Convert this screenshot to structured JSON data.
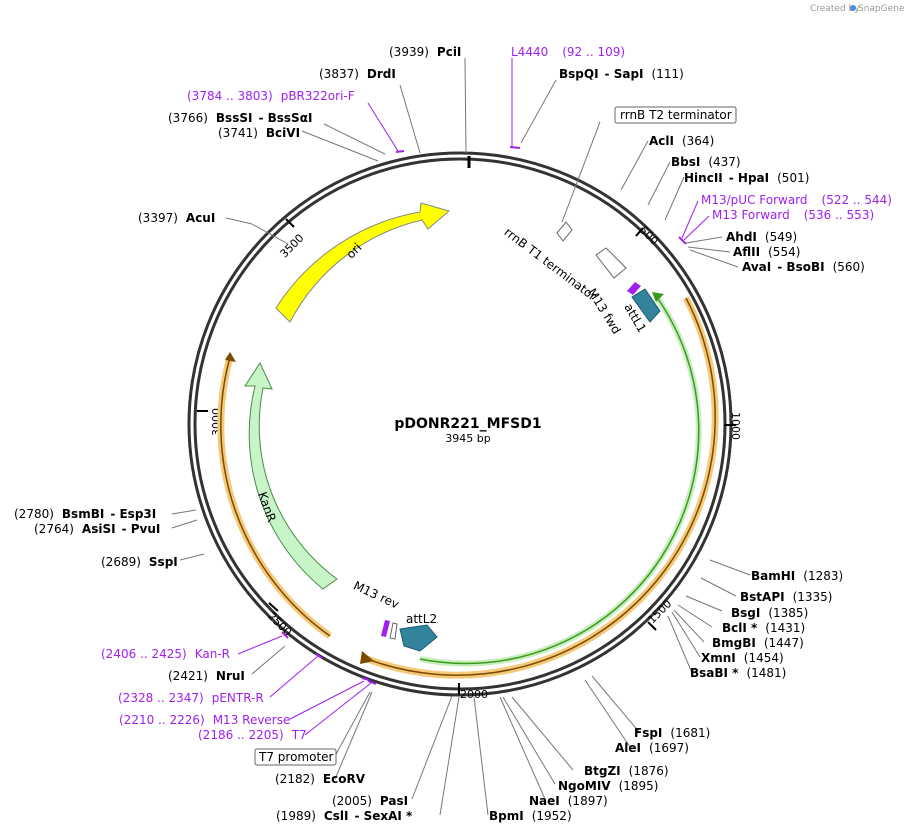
{
  "credit": {
    "created_by": "Created by",
    "brand": "SnapGene"
  },
  "plasmid": {
    "name": "pDONR221_MFSD1",
    "size": "3945 bp"
  },
  "ticks": [
    "500",
    "1000",
    "1500",
    "2000",
    "2500",
    "3000",
    "3500"
  ],
  "sites": [
    {
      "pos": "(3939)",
      "name": "PciI"
    },
    {
      "pos": "(3837)",
      "name": "DrdI"
    },
    {
      "pos": "(3766)",
      "name": "BssSI",
      "name2": "BssSαI"
    },
    {
      "pos": "(3741)",
      "name": "BciVI"
    },
    {
      "pos": "(3397)",
      "name": "AcuI"
    },
    {
      "pos": "(2780)",
      "name": "BsmBI",
      "name2": "Esp3I"
    },
    {
      "pos": "(2764)",
      "name": "AsiSI",
      "name2": "PvuI"
    },
    {
      "pos": "(2689)",
      "name": "SspI"
    },
    {
      "pos": "(2421)",
      "name": "NruI"
    },
    {
      "pos": "(2182)",
      "name": "EcoRV"
    },
    {
      "pos": "(2005)",
      "name": "PasI"
    },
    {
      "pos": "(1989)",
      "name": "CslI",
      "name2": "SexAI *"
    },
    {
      "name": "BpmI",
      "pos": "(1952)"
    },
    {
      "name": "NaeI",
      "pos": "(1897)"
    },
    {
      "name": "NgoMIV",
      "pos": "(1895)"
    },
    {
      "name": "BtgZI",
      "pos": "(1876)"
    },
    {
      "name": "AleI",
      "pos": "(1697)"
    },
    {
      "name": "FspI",
      "pos": "(1681)"
    },
    {
      "name": "BsaBI *",
      "pos": "(1481)"
    },
    {
      "name": "XmnI",
      "pos": "(1454)"
    },
    {
      "name": "BmgBI",
      "pos": "(1447)"
    },
    {
      "name": "BclI *",
      "pos": "(1431)"
    },
    {
      "name": "BsgI",
      "pos": "(1385)"
    },
    {
      "name": "BstAPI",
      "pos": "(1335)"
    },
    {
      "name": "BamHI",
      "pos": "(1283)"
    },
    {
      "name": "AvaI",
      "name2": "BsoBI",
      "pos": "(560)"
    },
    {
      "name": "AflII",
      "pos": "(554)"
    },
    {
      "name": "AhdI",
      "pos": "(549)"
    },
    {
      "name": "HincII",
      "name2": "HpaI",
      "pos": "(501)"
    },
    {
      "name": "BbsI",
      "pos": "(437)"
    },
    {
      "name": "AclI",
      "pos": "(364)"
    },
    {
      "name": "BspQI",
      "name2": "SapI",
      "pos": "(111)"
    }
  ],
  "primers": [
    {
      "name": "L4440",
      "range": "(92 .. 109)"
    },
    {
      "range": "(3784 .. 3803)",
      "name": "pBR322ori-F"
    },
    {
      "name": "M13/pUC Forward",
      "range": "(522 .. 544)"
    },
    {
      "name": "M13 Forward",
      "range": "(536 .. 553)"
    },
    {
      "range": "(2406 .. 2425)",
      "name": "Kan-R"
    },
    {
      "range": "(2328 .. 2347)",
      "name": "pENTR-R"
    },
    {
      "range": "(2210 .. 2226)",
      "name": "M13 Reverse"
    },
    {
      "range": "(2186 .. 2205)",
      "name": "T7"
    }
  ],
  "boxed_features": [
    {
      "name": "rrnB T2 terminator"
    },
    {
      "name": "T7 promoter"
    }
  ],
  "features": {
    "ori": "ori",
    "kanr": "KanR",
    "rrnb_t1": "rrnB T1 terminator",
    "m13_fwd": "M13 fwd",
    "attl1": "attL1",
    "m13_rev": "M13 rev",
    "attl2": "attL2"
  },
  "colors": {
    "ori": "#ffff00",
    "kanr": "#c8f5c8",
    "attl": "#31849b",
    "primer": "#a020f0",
    "orf_green": "#3a9a1a",
    "orf_orange": "#f5c97a"
  }
}
